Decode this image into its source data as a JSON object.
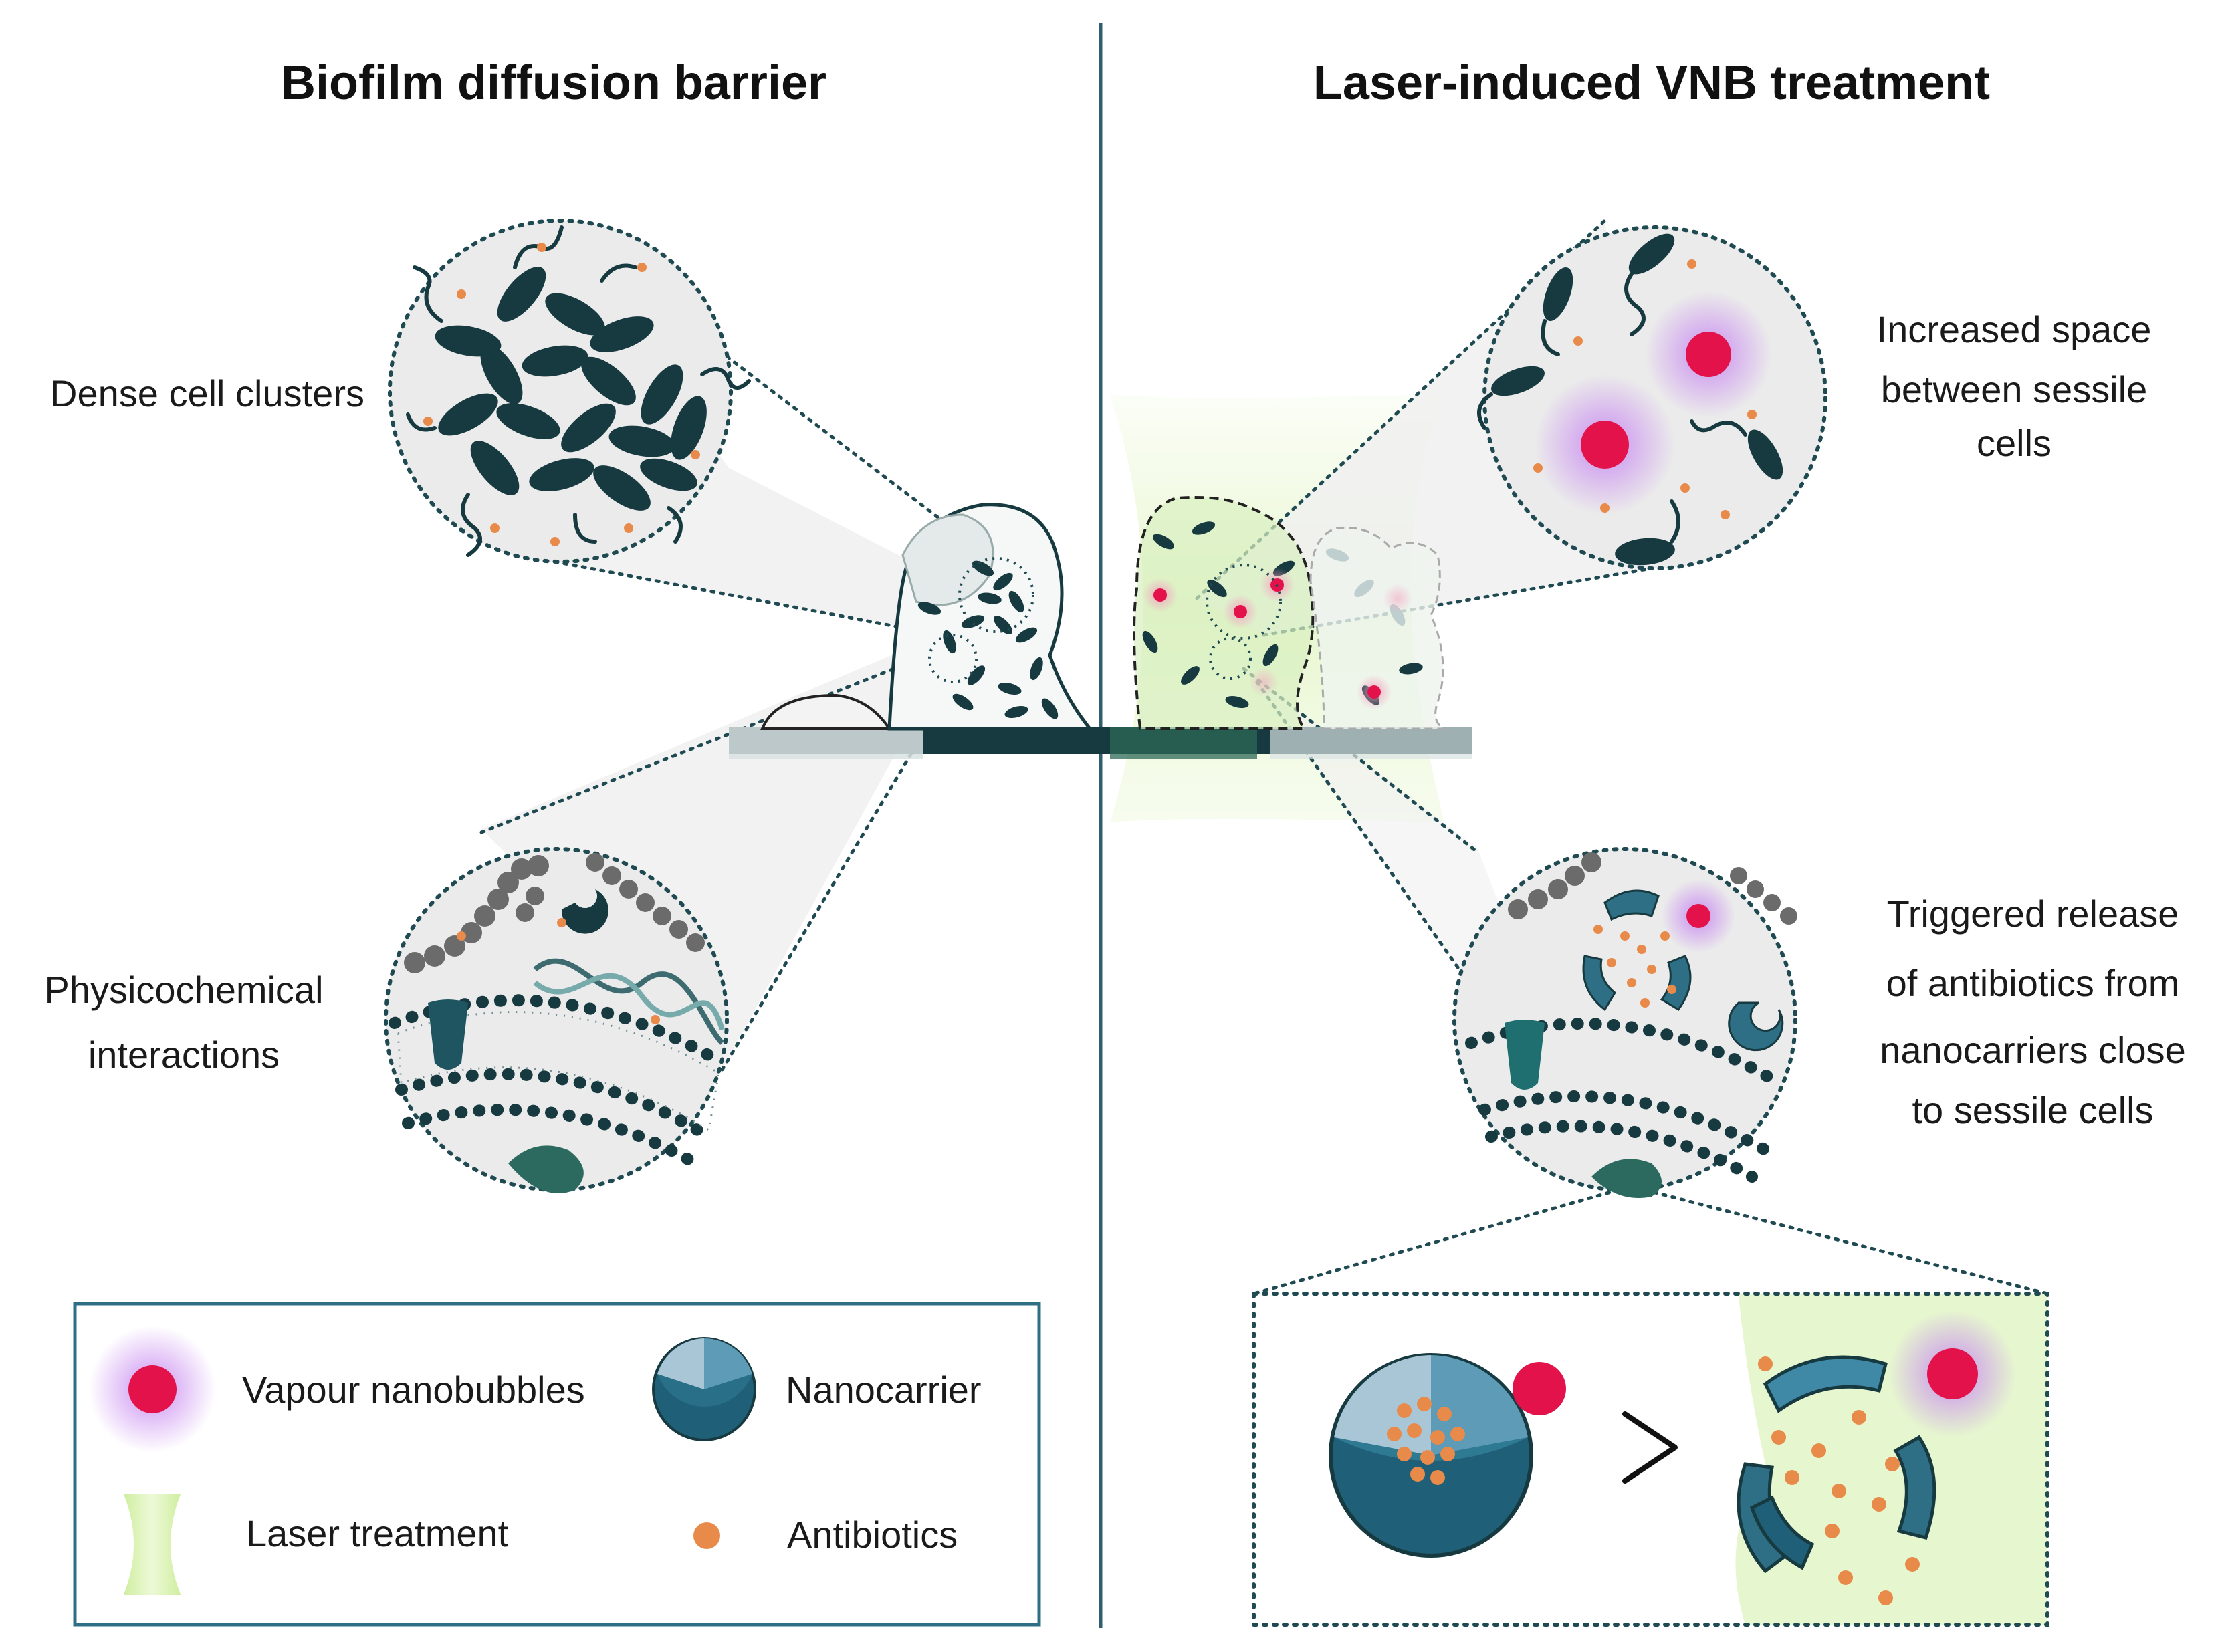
{
  "titles": {
    "left": "Biofilm diffusion barrier",
    "right": "Laser-induced VNB treatment"
  },
  "labels": {
    "dense_clusters": "Dense cell clusters",
    "physico_line1": "Physicochemical",
    "physico_line2": "interactions",
    "space_line1": "Increased space",
    "space_line2": "between sessile",
    "space_line3": "cells",
    "release_line1": "Triggered release",
    "release_line2": "of antibiotics from",
    "release_line3": "nanocarriers close",
    "release_line4": "to sessile cells"
  },
  "legend": {
    "vapour_nanobubbles": "Vapour nanobubbles",
    "nanocarrier": "Nanocarrier",
    "laser_treatment": "Laser treatment",
    "antibiotics": "Antibiotics"
  },
  "colors": {
    "dark_teal": "#163a40",
    "teal": "#2f6f85",
    "vnb": "#e3124a",
    "vnb_glow": "#b67be0",
    "laser": "#d9f2a8",
    "antibiotic": "#e88a4a",
    "divider": "#2f5f6f"
  },
  "icons": {
    "vnb": "vapour-nanobubble-icon",
    "nanocarrier": "nanocarrier-sphere-icon",
    "laser": "laser-beam-icon",
    "antibiotic": "antibiotic-dot-icon",
    "arrow": "greater-than-arrow-icon"
  }
}
